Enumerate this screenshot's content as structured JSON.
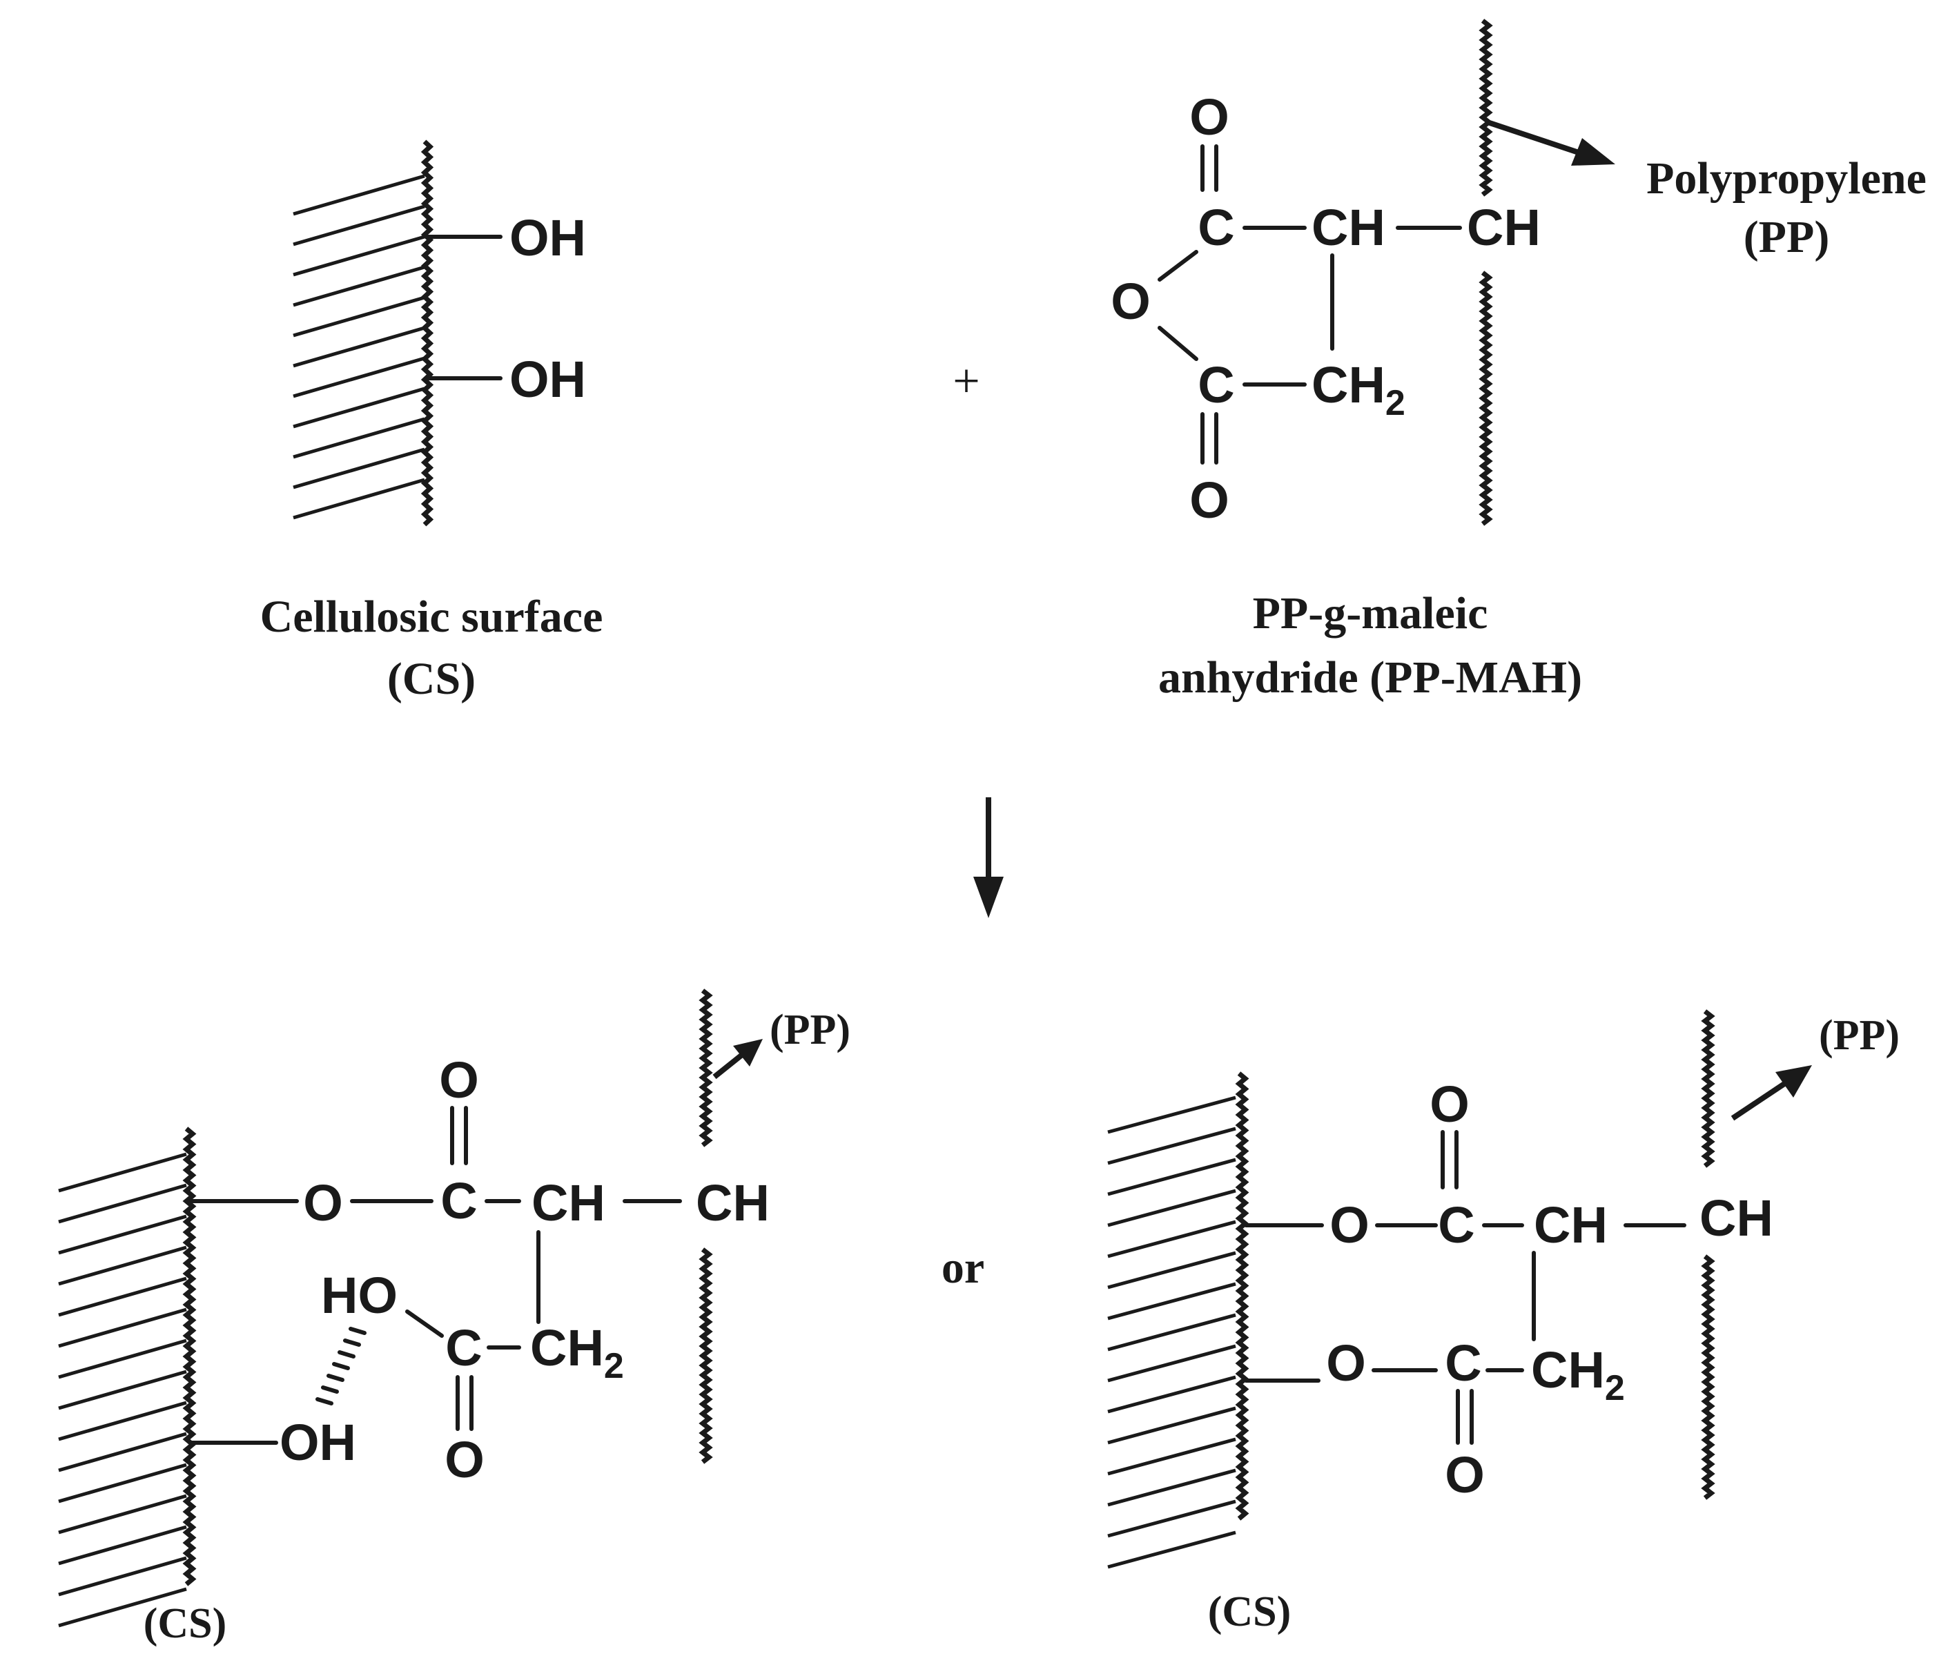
{
  "reactant_cs": {
    "oh_top": "OH",
    "oh_bottom": "OH",
    "caption_line1": "Cellulosic surface",
    "caption_line2": "(CS)"
  },
  "plus_sign": "+",
  "reactant_pp_mah": {
    "o_top": "O",
    "c_top": "C",
    "ch_ring": "CH",
    "ch_chain": "CH",
    "o_ring": "O",
    "c_bottom": "C",
    "ch2_base": "CH",
    "ch2_sub": "2",
    "o_bottom": "O",
    "pp_label_line1": "Polypropylene",
    "pp_label_line2": "(PP)",
    "caption_line1": "PP-g-maleic",
    "caption_line2": "anhydride (PP-MAH)"
  },
  "product_left": {
    "pp_label": "(PP)",
    "o_carbonyl": "O",
    "o_ester": "O",
    "c_ester": "C",
    "ch": "CH",
    "ch_chain": "CH",
    "ho": "HO",
    "c_acid": "C",
    "ch2_base": "CH",
    "ch2_sub": "2",
    "oh": "OH",
    "o_acid": "O",
    "cs_label": "(CS)"
  },
  "or_text": "or",
  "product_right": {
    "pp_label": "(PP)",
    "o_carbonyl_top": "O",
    "o_ester_top": "O",
    "c_top": "C",
    "ch": "CH",
    "ch_chain": "CH",
    "o_ester_bottom": "O",
    "c_bottom": "C",
    "ch2_base": "CH",
    "ch2_sub": "2",
    "o_carbonyl_bottom": "O",
    "cs_label": "(CS)"
  }
}
